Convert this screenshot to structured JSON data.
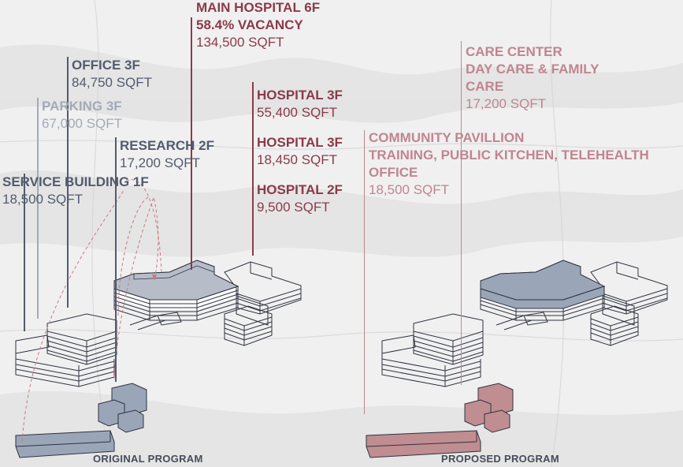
{
  "colors": {
    "dark_red": "#8b3a4a",
    "slate": "#525b6e",
    "light_slate": "#a3aab7",
    "rose": "#c08590",
    "bldg_fill": "#ffffff",
    "bldg_line": "#2f3340",
    "hi_grey": "#b6bdc9",
    "hi_blue": "#9aa5b8",
    "hi_rose": "#c08d91"
  },
  "original_labels": {
    "main_hospital": {
      "title": "MAIN HOSPITAL 6F",
      "vacancy": "58.4% VACANCY",
      "area": "134,500 SQFT"
    },
    "office": {
      "title": "OFFICE 3F",
      "area": "84,750 SQFT"
    },
    "parking": {
      "title": "PARKING 3F",
      "area": "67,000 SQFT"
    },
    "research": {
      "title": "RESEARCH 2F",
      "area": "17,200 SQFT"
    },
    "service": {
      "title": "SERVICE BUILDING 1F",
      "area": "18,500 SQFT"
    },
    "hospital_3f_a": {
      "title": "HOSPITAL 3F",
      "area": "55,400 SQFT"
    },
    "hospital_3f_b": {
      "title": "HOSPITAL 3F",
      "area": "18,450 SQFT"
    },
    "hospital_2f": {
      "title": "HOSPITAL 2F",
      "area": "9,500 SQFT"
    }
  },
  "proposed_labels": {
    "care_center": {
      "line1": "CARE CENTER",
      "line2": "DAY CARE & FAMILY",
      "line3": "CARE",
      "area": "17,200 SQFT"
    },
    "community": {
      "line1": "COMMUNITY PAVILLION",
      "line2": "TRAINING, PUBLIC KITCHEN, TELEHEALTH",
      "line3": "OFFICE",
      "area": "18,500 SQFT"
    }
  },
  "captions": {
    "original": "ORIGINAL PROGRAM",
    "proposed": "PROPOSED PROGRAM"
  }
}
